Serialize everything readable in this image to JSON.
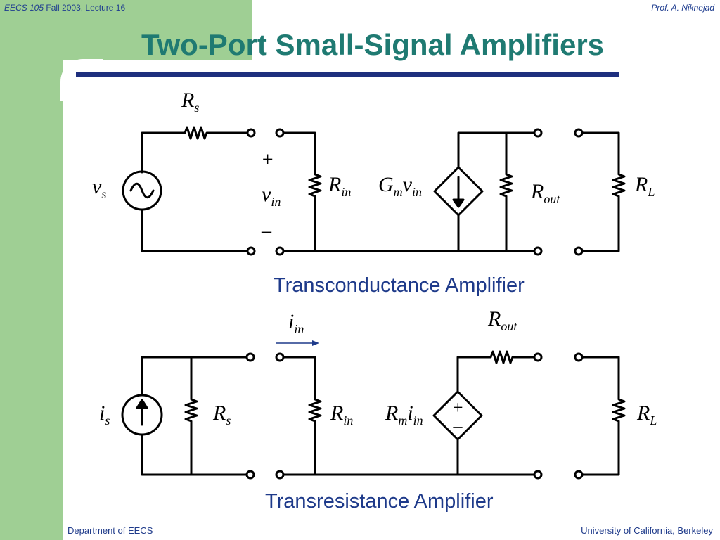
{
  "header": {
    "course": "EECS 105",
    "term_lecture": "Fall 2003, Lecture 16",
    "instructor": "Prof. A. Niknejad"
  },
  "title": "Two-Port Small-Signal Amplifiers",
  "circuit1": {
    "caption": "Transconductance Amplifier",
    "labels": {
      "source_resistor": {
        "main": "R",
        "sub": "s"
      },
      "source_voltage": {
        "main": "v",
        "sub": "s"
      },
      "input_voltage": {
        "plus": "+",
        "main": "v",
        "sub": "in",
        "minus": "–"
      },
      "input_resistor": {
        "main": "R",
        "sub": "in"
      },
      "dependent_source": {
        "main1": "G",
        "sub1": "m",
        "main2": "v",
        "sub2": "in"
      },
      "output_resistor": {
        "main": "R",
        "sub": "out"
      },
      "load_resistor": {
        "main": "R",
        "sub": "L"
      }
    }
  },
  "circuit2": {
    "caption": "Transresistance Amplifier",
    "labels": {
      "input_current": {
        "main": "i",
        "sub": "in"
      },
      "output_resistor": {
        "main": "R",
        "sub": "out"
      },
      "source_current": {
        "main": "i",
        "sub": "s"
      },
      "source_resistor": {
        "main": "R",
        "sub": "s"
      },
      "input_resistor": {
        "main": "R",
        "sub": "in"
      },
      "dependent_source": {
        "main1": "R",
        "sub1": "m",
        "main2": "i",
        "sub2": "in",
        "plus": "+",
        "minus": "–"
      },
      "load_resistor": {
        "main": "R",
        "sub": "L"
      }
    }
  },
  "footer": {
    "left": "Department of EECS",
    "right": "University of California, Berkeley"
  }
}
